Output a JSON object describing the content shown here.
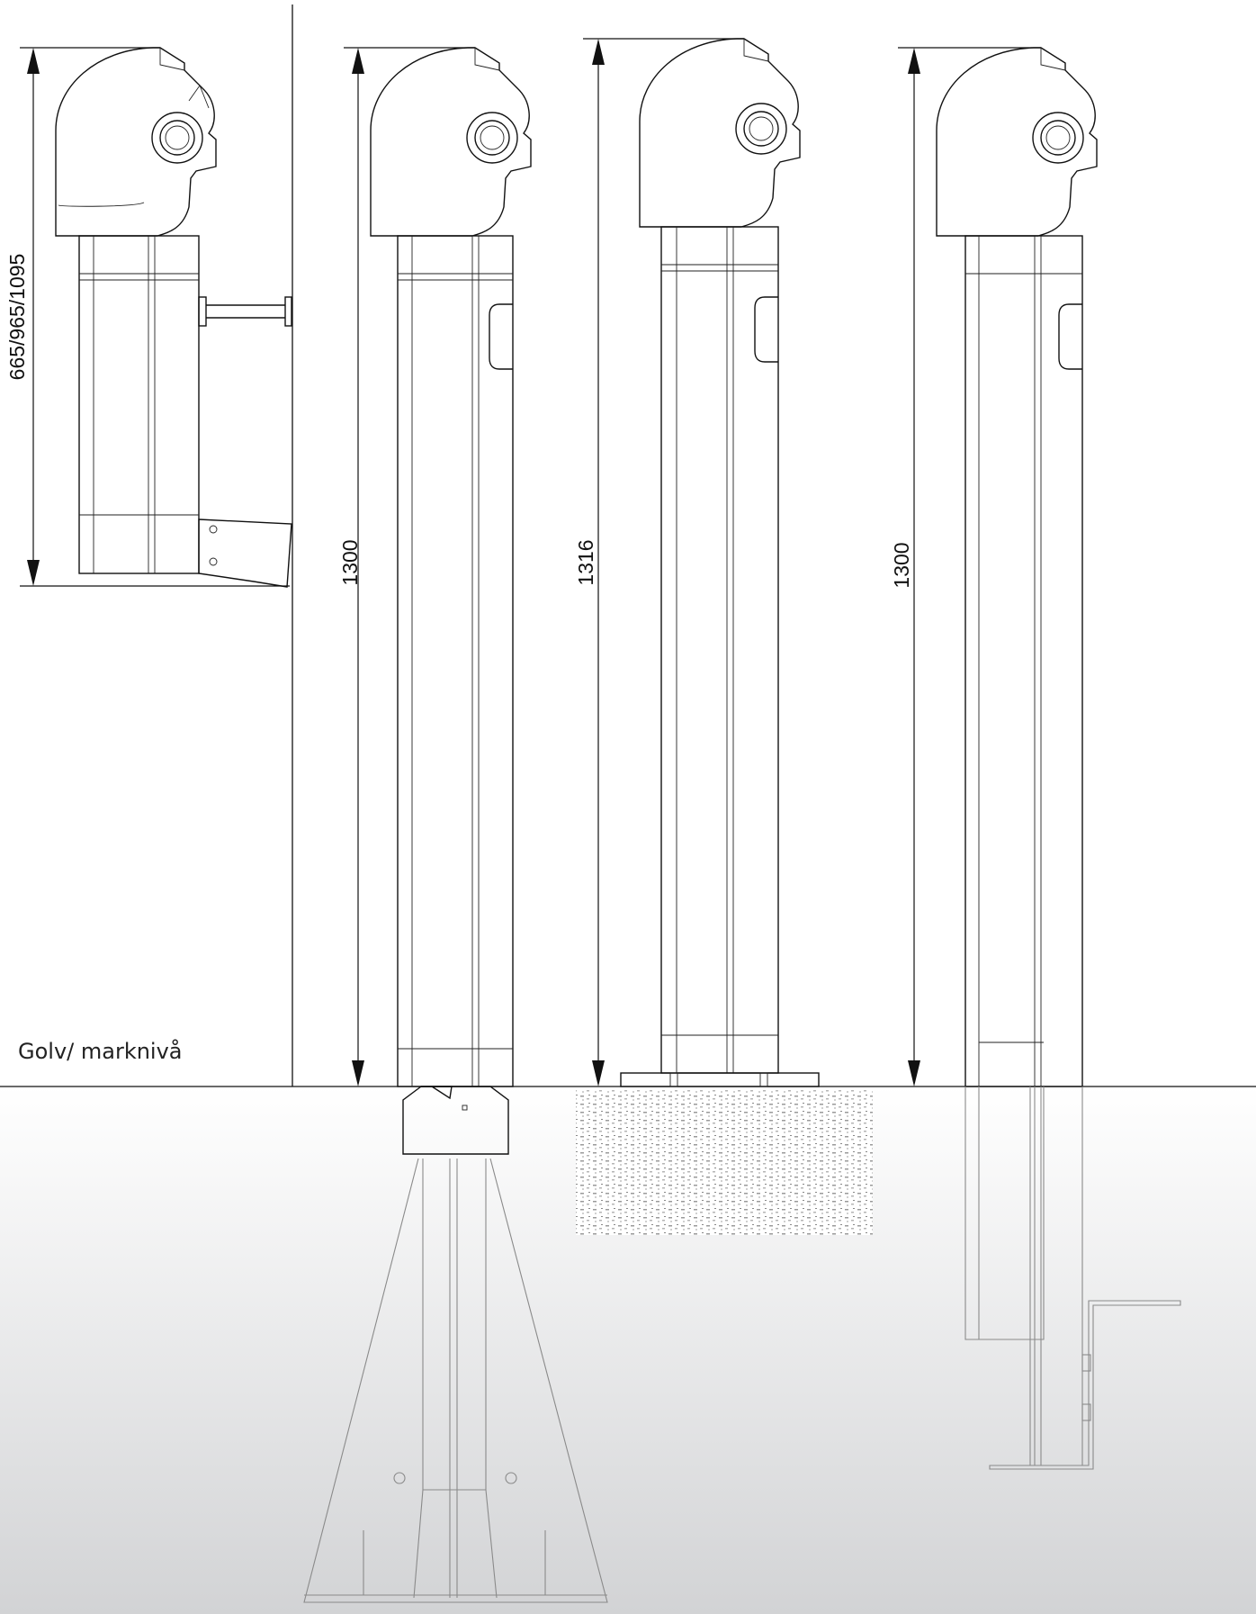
{
  "floor_label": "Golv/ marknivå",
  "dimensions": [
    {
      "id": "wall-mounted",
      "label": "665/965/1095"
    },
    {
      "id": "post-cast-base",
      "label": "1300"
    },
    {
      "id": "post-plate-base",
      "label": "1316"
    },
    {
      "id": "post-ground-bracket",
      "label": "1300"
    }
  ],
  "colors": {
    "line": "#111111",
    "ground_top": "#ffffff",
    "ground_bottom": "#d2d3d5",
    "ground_line": "#9a9a9a"
  }
}
